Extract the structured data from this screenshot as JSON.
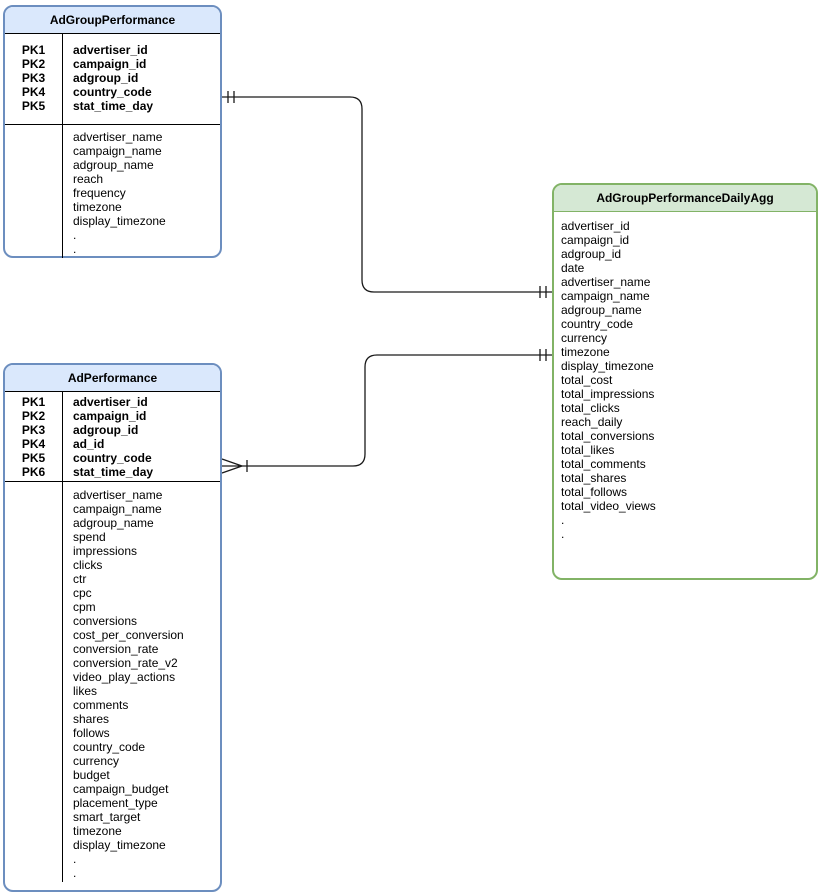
{
  "diagram": {
    "type": "entity-relationship",
    "tables": [
      {
        "name": "AdGroupPerformance",
        "header_fill": "#dae8fc",
        "border_color": "#6c8ebf",
        "divider_color": "#000000",
        "pk_labels": [
          "PK1",
          "PK2",
          "PK3",
          "PK4",
          "PK5"
        ],
        "pk_fields": [
          "advertiser_id",
          "campaign_id",
          "adgroup_id",
          "country_code",
          "stat_time_day"
        ],
        "fields": [
          "advertiser_name",
          "campaign_name",
          "adgroup_name",
          "reach",
          "frequency",
          "timezone",
          "display_timezone",
          ".",
          "."
        ]
      },
      {
        "name": "AdPerformance",
        "header_fill": "#dae8fc",
        "border_color": "#6c8ebf",
        "divider_color": "#000000",
        "pk_labels": [
          "PK1",
          "PK2",
          "PK3",
          "PK4",
          "PK5",
          "PK6"
        ],
        "pk_fields": [
          "advertiser_id",
          "campaign_id",
          "adgroup_id",
          "ad_id",
          "country_code",
          "stat_time_day"
        ],
        "fields": [
          "advertiser_name",
          "campaign_name",
          "adgroup_name",
          "spend",
          "impressions",
          "clicks",
          "ctr",
          "cpc",
          "cpm",
          "conversions",
          "cost_per_conversion",
          "conversion_rate",
          "conversion_rate_v2",
          "video_play_actions",
          "likes",
          "comments",
          "shares",
          "follows",
          "country_code",
          "currency",
          "budget",
          "campaign_budget",
          "placement_type",
          "smart_target",
          "timezone",
          "display_timezone",
          ".",
          "."
        ]
      },
      {
        "name": "AdGroupPerformanceDailyAgg",
        "header_fill": "#d5e8d4",
        "border_color": "#82b366",
        "divider_color": "#82b366",
        "pk_labels": [],
        "pk_fields": [],
        "fields": [
          "advertiser_id",
          "campaign_id",
          "adgroup_id",
          "date",
          "advertiser_name",
          "campaign_name",
          "adgroup_name",
          "country_code",
          "currency",
          "timezone",
          "display_timezone",
          "total_cost",
          "total_impressions",
          "total_clicks",
          "reach_daily",
          "total_conversions",
          "total_likes",
          "total_comments",
          "total_shares",
          "total_follows",
          "total_video_views",
          ".",
          "."
        ]
      }
    ],
    "relationships": [
      {
        "from": "AdGroupPerformance",
        "to": "AdGroupPerformanceDailyAgg",
        "from_cardinality": "exactly-one",
        "to_cardinality": "exactly-one"
      },
      {
        "from": "AdPerformance",
        "to": "AdGroupPerformanceDailyAgg",
        "from_cardinality": "one-or-many",
        "to_cardinality": "exactly-one"
      }
    ],
    "line_color": "#1a1a1a"
  }
}
